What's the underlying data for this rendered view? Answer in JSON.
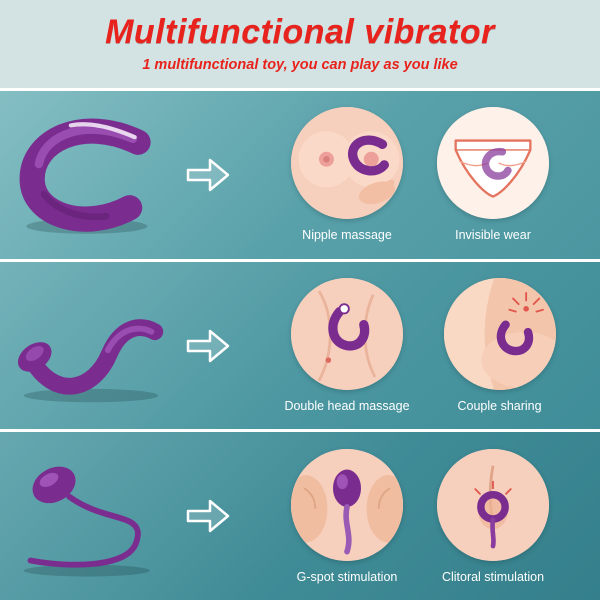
{
  "header": {
    "title": "Multifunctional vibrator",
    "subtitle": "1 multifunctional toy, you can play as you like"
  },
  "rows": [
    {
      "product_icon": "u-shape-couples-vibrator",
      "uses": [
        {
          "label": "Nipple massage",
          "icon": "nipple-massage-illustration"
        },
        {
          "label": "Invisible wear",
          "icon": "invisible-wear-illustration"
        }
      ]
    },
    {
      "product_icon": "double-head-flexible-vibrator",
      "uses": [
        {
          "label": "Double head massage",
          "icon": "double-head-massage-illustration"
        },
        {
          "label": "Couple sharing",
          "icon": "couple-sharing-illustration"
        }
      ]
    },
    {
      "product_icon": "egg-vibrator-with-tail",
      "uses": [
        {
          "label": "G-spot stimulation",
          "icon": "g-spot-stimulation-illustration"
        },
        {
          "label": "Clitoral stimulation",
          "icon": "clitoral-stimulation-illustration"
        }
      ]
    }
  ],
  "colors": {
    "title_red": "#e8231d",
    "product_purple": "#7b2d8f",
    "header_bg": "#d3e3e3",
    "row1_teal": "#59a1aa",
    "row2_teal": "#4c97a1",
    "row3_teal": "#3f8b96",
    "skin_tone": "#f7cfbd",
    "caption_white": "#ffffff"
  }
}
